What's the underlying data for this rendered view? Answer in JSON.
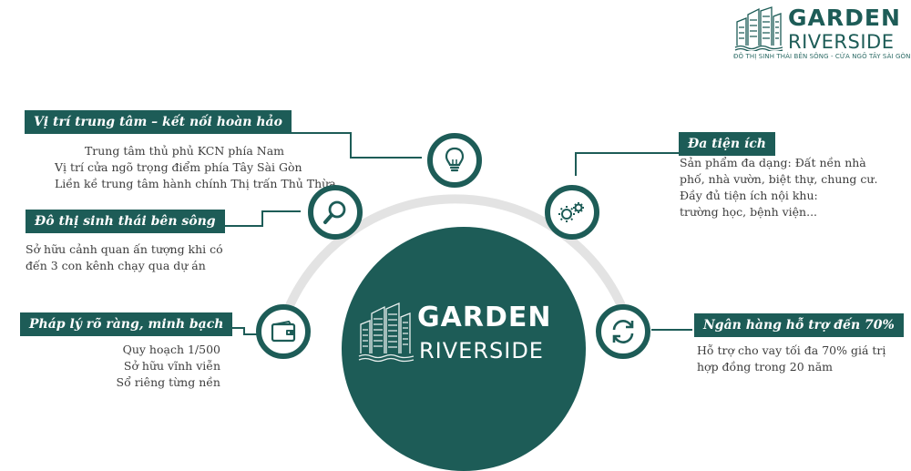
{
  "brand": {
    "name_line1": "GARDEN",
    "name_line2": "RIVERSIDE",
    "tagline": "ĐÔ THỊ SINH THÁI BÊN SÔNG - CỬA NGÕ TÂY SÀI GÒN"
  },
  "center": {
    "name_line1": "GARDEN",
    "name_line2": "RIVERSIDE"
  },
  "features": {
    "location": {
      "title": "Vị trí trung tâm – kết nối hoàn hảo",
      "lines": [
        "Trung tâm thủ phủ KCN phía Nam",
        "Vị trí cửa ngõ trọng điểm phía Tây Sài Gòn",
        "Liền kề trung tâm hành chính Thị trấn Thủ Thừa"
      ],
      "icon": "lightbulb-icon"
    },
    "eco": {
      "title": "Đô thị sinh thái bên sông",
      "lines": [
        "Sở hữu cảnh quan ấn tượng khi có",
        "đến 3 con kênh chạy qua dự án"
      ],
      "icon": "magnifier-icon"
    },
    "legal": {
      "title": "Pháp lý rõ ràng, minh bạch",
      "lines": [
        "Quy hoạch 1/500",
        "Sở hữu vĩnh viễn",
        "Sổ riêng từng nền"
      ],
      "icon": "wallet-icon"
    },
    "amenities": {
      "title": "Đa tiện ích",
      "lines": [
        "Sản phẩm đa dạng: Đất nền nhà",
        "phố, nhà vườn, biệt thự, chung cư.",
        "Đầy đủ tiện ích nội khu:",
        "trường học, bệnh viện..."
      ],
      "icon": "gears-icon"
    },
    "bank": {
      "title": "Ngân hàng hỗ trợ đến 70%",
      "lines": [
        "Hỗ trợ cho vay tối đa 70% giá trị",
        "hợp đồng trong 20 năm"
      ],
      "icon": "refresh-icon"
    }
  },
  "colors": {
    "primary": "#1d5c57",
    "arc": "#e3e3e3",
    "text": "#3d3d3d"
  }
}
